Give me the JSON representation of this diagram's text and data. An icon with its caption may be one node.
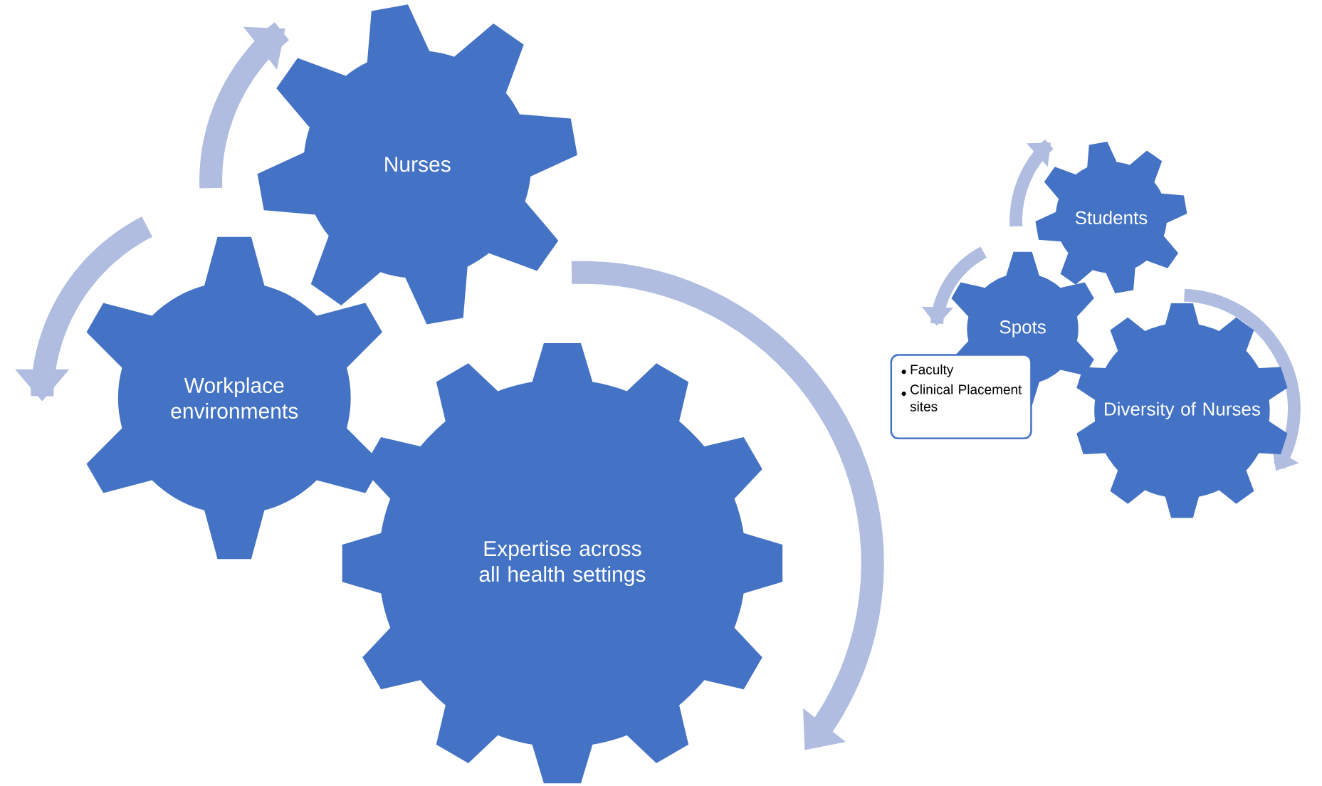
{
  "diagram": {
    "nodes": [
      {
        "text": [
          "Nurses"
        ]
      },
      {
        "text": [
          "Workplace environments"
        ]
      },
      {
        "text": [
          "Expertise across all health settings"
        ]
      },
      {
        "text": [
          "Students"
        ]
      },
      {
        "text": [
          "Spots"
        ]
      },
      {
        "text": [
          "Faculty",
          "Clinical Placement sites"
        ]
      },
      {
        "text": [
          "Diversity of Nurses"
        ]
      }
    ]
  }
}
